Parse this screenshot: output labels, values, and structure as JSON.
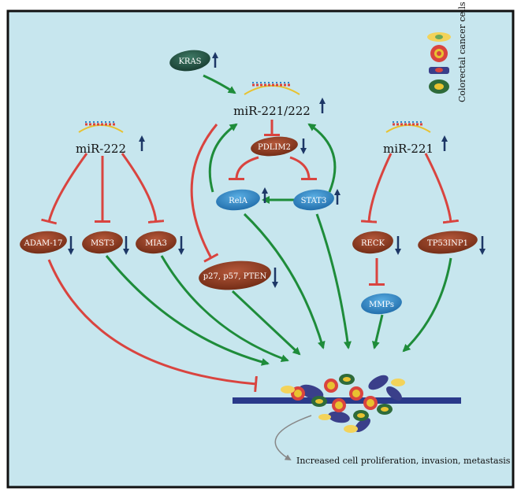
{
  "mirnas": {
    "left": "miR-222",
    "center": "miR-221/222",
    "right": "miR-221"
  },
  "nodes": {
    "kras": "KRAS",
    "pdlim2": "PDLIM2",
    "rela": "RelA",
    "stat3": "STAT3",
    "adam17": "ADAM-17",
    "mst3": "MST3",
    "mia3": "MIA3",
    "p27": "p27, p57, PTEN",
    "reck": "RECK",
    "tp53inp1": "TP53INP1",
    "mmps": "MMPs"
  },
  "legend": {
    "label": "Colorectal cancer cells"
  },
  "outcome": "Increased cell proliferation, invasion, metastasis",
  "colors": {
    "background": "#c7e6ee",
    "brown": "#8b3a1f",
    "blue": "#2f86c6",
    "dark_green": "#1f4b3c",
    "inhibit": "#d9443f",
    "activate": "#1e8c3a",
    "membrane": "#2a3a8a",
    "arrow_up_down": "#1d3766"
  }
}
